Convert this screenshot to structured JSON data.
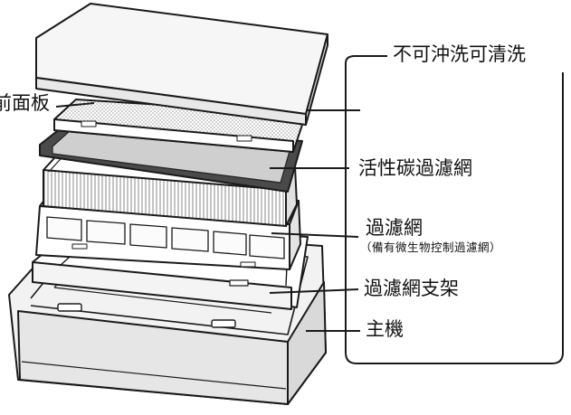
{
  "labels": {
    "front_panel": "前面板",
    "header_note": "不可沖洗可清洗",
    "carbon_filter": "活性碳過濾網",
    "filter": "過濾網",
    "filter_note": "（備有微生物控制過濾網）",
    "filter_frame": "過濾網支架",
    "main_unit": "主機"
  },
  "colors": {
    "line": "#1a1a1a",
    "carbon_frame": "#4a4a4a",
    "mesh": "#c8c8c8",
    "body_fill": "#ededed",
    "panel_fill": "#f6f6f6"
  }
}
